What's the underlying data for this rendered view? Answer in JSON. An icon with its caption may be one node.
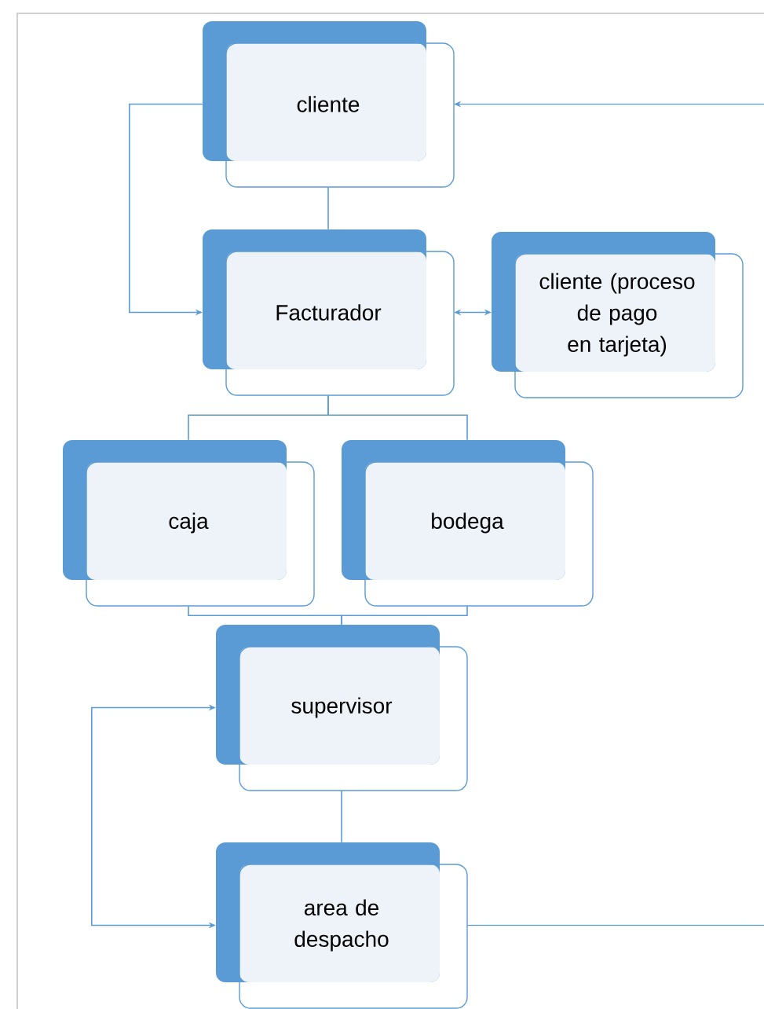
{
  "diagram": {
    "nodes": [
      {
        "text": [
          "cliente"
        ]
      },
      {
        "text": [
          "Facturador"
        ]
      },
      {
        "text": [
          "cliente (proceso de pago en tarjeta)"
        ]
      },
      {
        "text": [
          "caja"
        ]
      },
      {
        "text": [
          "bodega"
        ]
      },
      {
        "text": [
          "supervisor"
        ]
      },
      {
        "text": [
          "area de despacho"
        ]
      }
    ],
    "edges": [
      {
        "from": 0,
        "to": 1,
        "arrow": "none"
      },
      {
        "from": 0,
        "to": 1,
        "arrow": "to"
      },
      {
        "from": 1,
        "to": 2,
        "arrow": "both"
      },
      {
        "from": 1,
        "to": 3,
        "arrow": "none"
      },
      {
        "from": 1,
        "to": 4,
        "arrow": "none"
      },
      {
        "from": 3,
        "to": 5,
        "arrow": "none"
      },
      {
        "from": 4,
        "to": 5,
        "arrow": "none"
      },
      {
        "from": 5,
        "to": 6,
        "arrow": "none"
      },
      {
        "from": 5,
        "to": 6,
        "arrow": "both"
      },
      {
        "from": 6,
        "to": null,
        "arrow": "none"
      },
      {
        "from": null,
        "to": 0,
        "arrow": "to"
      }
    ]
  }
}
